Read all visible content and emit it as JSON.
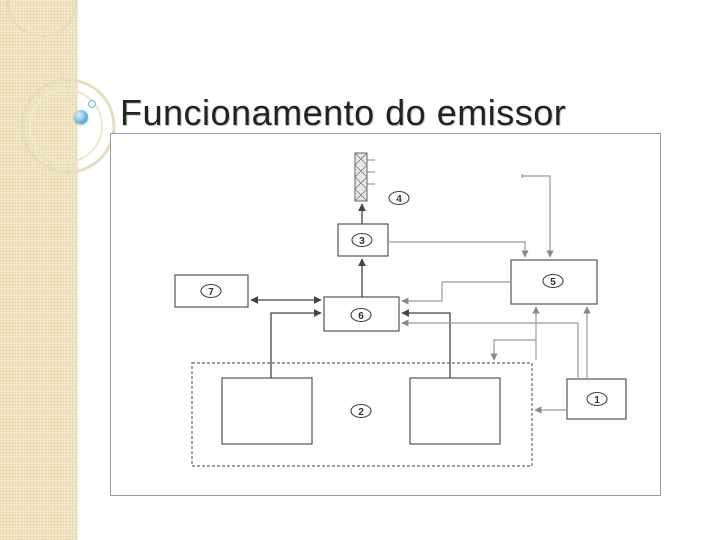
{
  "slide": {
    "title": "Funcionamento do emissor"
  },
  "diagram": {
    "labels": {
      "n1": "1",
      "n2": "2",
      "n3": "3",
      "n4": "4",
      "n5": "5",
      "n6": "6",
      "n7": "7"
    }
  },
  "colors": {
    "strip": "#f3e9c9",
    "bullet": "#2f87bf",
    "title": "#222222"
  }
}
